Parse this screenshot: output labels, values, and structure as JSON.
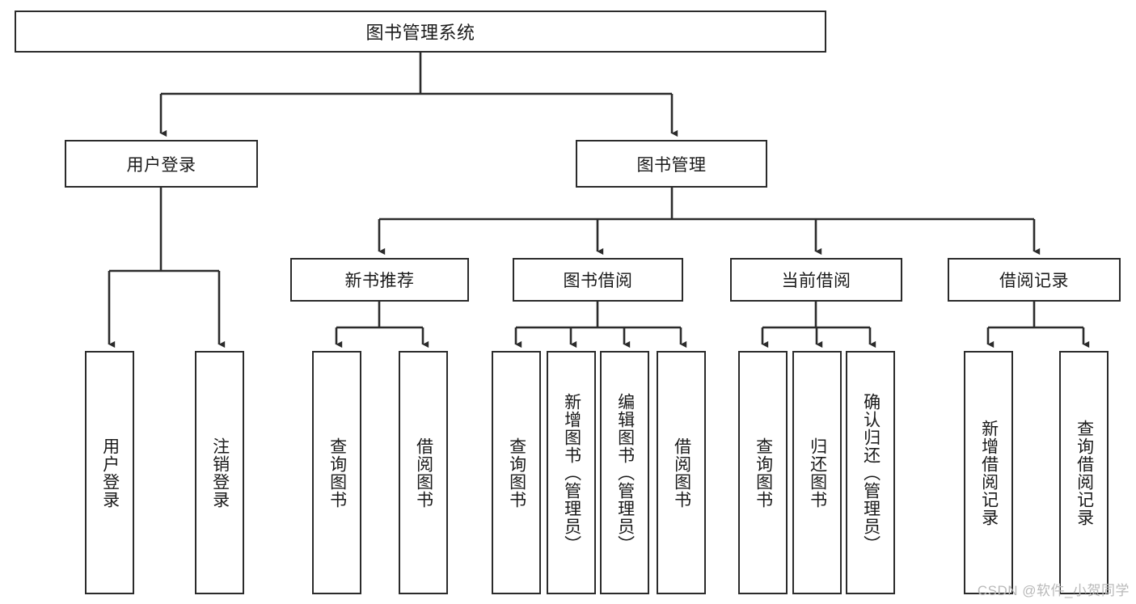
{
  "diagram": {
    "title_text": "图书管理系统",
    "type": "hierarchy-tree",
    "stroke_color": "#2b2b2b",
    "background_color": "#ffffff",
    "text_color": "#1a1a1a"
  },
  "nodes": {
    "root": {
      "label": "图书管理系统",
      "level": 0,
      "orientation": "horizontal"
    },
    "level2": [
      {
        "id": "user-login",
        "label": "用户登录",
        "orientation": "horizontal"
      },
      {
        "id": "book-management",
        "label": "图书管理",
        "orientation": "horizontal"
      }
    ],
    "level3": [
      {
        "id": "new-book-recommend",
        "label": "新书推荐",
        "orientation": "horizontal"
      },
      {
        "id": "book-borrow",
        "label": "图书借阅",
        "orientation": "horizontal"
      },
      {
        "id": "current-borrow",
        "label": "当前借阅",
        "orientation": "horizontal"
      },
      {
        "id": "borrow-record",
        "label": "借阅记录",
        "orientation": "horizontal"
      }
    ],
    "leaves": {
      "user_login": [
        {
          "id": "leaf-user-login",
          "label": "用户登录",
          "orientation": "vertical"
        },
        {
          "id": "leaf-logout-login",
          "label": "注销登录",
          "orientation": "vertical"
        }
      ],
      "new_book_recommend": [
        {
          "id": "leaf-query-book-1",
          "label": "查询图书",
          "orientation": "vertical"
        },
        {
          "id": "leaf-borrow-book-1",
          "label": "借阅图书",
          "orientation": "vertical"
        }
      ],
      "book_borrow": [
        {
          "id": "leaf-query-book-2",
          "label": "查询图书",
          "orientation": "vertical"
        },
        {
          "id": "leaf-add-book",
          "label": "新增图书（管理员）",
          "orientation": "vertical"
        },
        {
          "id": "leaf-edit-book",
          "label": "编辑图书（管理员）",
          "orientation": "vertical"
        },
        {
          "id": "leaf-borrow-book-2",
          "label": "借阅图书",
          "orientation": "vertical"
        }
      ],
      "current_borrow": [
        {
          "id": "leaf-query-book-3",
          "label": "查询图书",
          "orientation": "vertical"
        },
        {
          "id": "leaf-return-book",
          "label": "归还图书",
          "orientation": "vertical"
        },
        {
          "id": "leaf-confirm-return",
          "label": "确认归还（管理员）",
          "orientation": "vertical"
        }
      ],
      "borrow_record": [
        {
          "id": "leaf-add-borrow-record",
          "label": "新增借阅记录",
          "orientation": "vertical"
        },
        {
          "id": "leaf-query-borrow-record",
          "label": "查询借阅记录",
          "orientation": "vertical"
        }
      ]
    }
  },
  "watermark": {
    "text": "CSDN @软件_小贺同学"
  }
}
